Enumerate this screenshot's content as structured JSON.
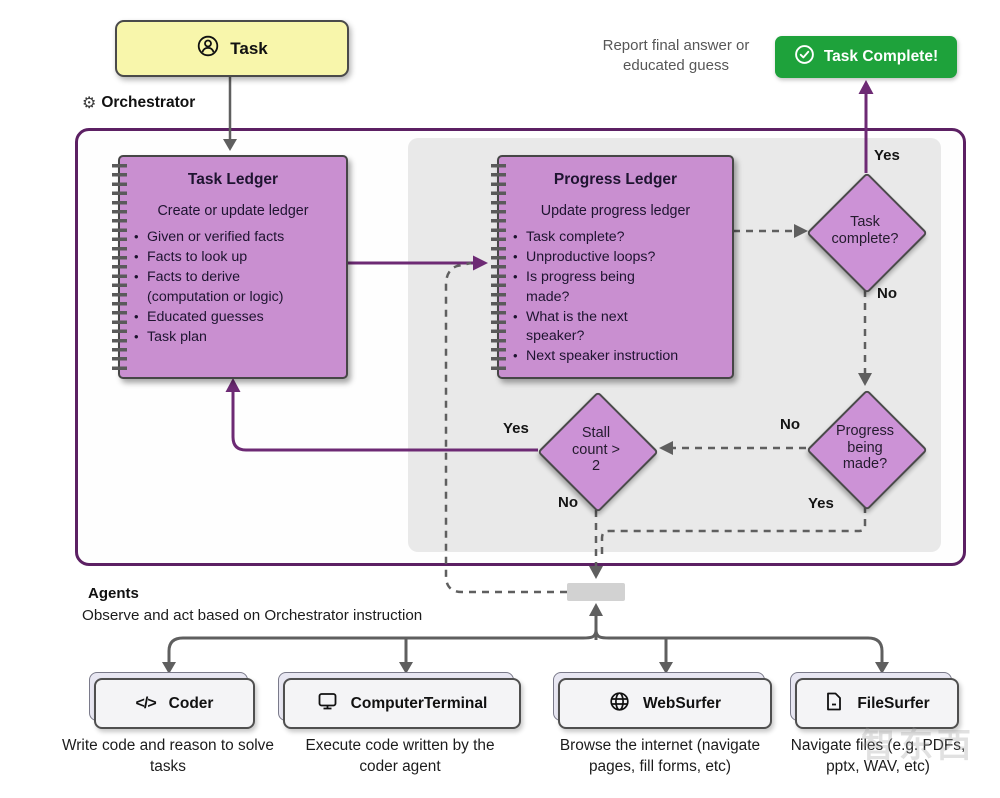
{
  "task": {
    "label": "Task"
  },
  "report_note": "Report final answer or educated guess",
  "complete_button": {
    "label": "Task Complete!"
  },
  "orchestrator_label": "Orchestrator",
  "task_ledger": {
    "title": "Task Ledger",
    "subtitle": "Create or update ledger",
    "bullets": [
      "Given or verified facts",
      "Facts to look up",
      "Facts to derive\n(computation or logic)",
      "Educated guesses",
      "Task plan"
    ]
  },
  "progress_ledger": {
    "title": "Progress Ledger",
    "subtitle": "Update progress ledger",
    "bullets": [
      "Task complete?",
      "Unproductive loops?",
      "Is progress being\nmade?",
      "What is the next\nspeaker?",
      "Next speaker instruction"
    ]
  },
  "decisions": {
    "task_complete": {
      "label": "Task\ncomplete?",
      "yes": "Yes",
      "no": "No"
    },
    "progress_being_made": {
      "label": "Progress\nbeing\nmade?",
      "yes": "Yes",
      "no": "No"
    },
    "stall_count": {
      "label": "Stall\ncount >\n2",
      "yes": "Yes",
      "no": "No"
    }
  },
  "agents_section": {
    "title": "Agents",
    "subtitle": "Observe and act based on Orchestrator instruction"
  },
  "agents": [
    {
      "name": "Coder",
      "icon": "code-icon",
      "description": "Write code and reason to solve tasks"
    },
    {
      "name": "ComputerTerminal",
      "icon": "terminal-icon",
      "description": "Execute code written by the coder agent"
    },
    {
      "name": "WebSurfer",
      "icon": "globe-icon",
      "description": "Browse the internet (navigate pages, fill forms, etc)"
    },
    {
      "name": "FileSurfer",
      "icon": "file-icon",
      "description": "Navigate files (e.g. PDFs, pptx, WAV, etc)"
    }
  ],
  "watermark": "智东西",
  "colors": {
    "accent_purple": "#6d2a74",
    "container_border": "#5c2063",
    "ledger_fill": "#c98fd0",
    "diamond_fill": "#cc92d6",
    "task_fill": "#f8f6ab",
    "success_green": "#1ea23b",
    "connector_gray": "#5f5f5f",
    "panel_gray": "#e9e9e9"
  }
}
